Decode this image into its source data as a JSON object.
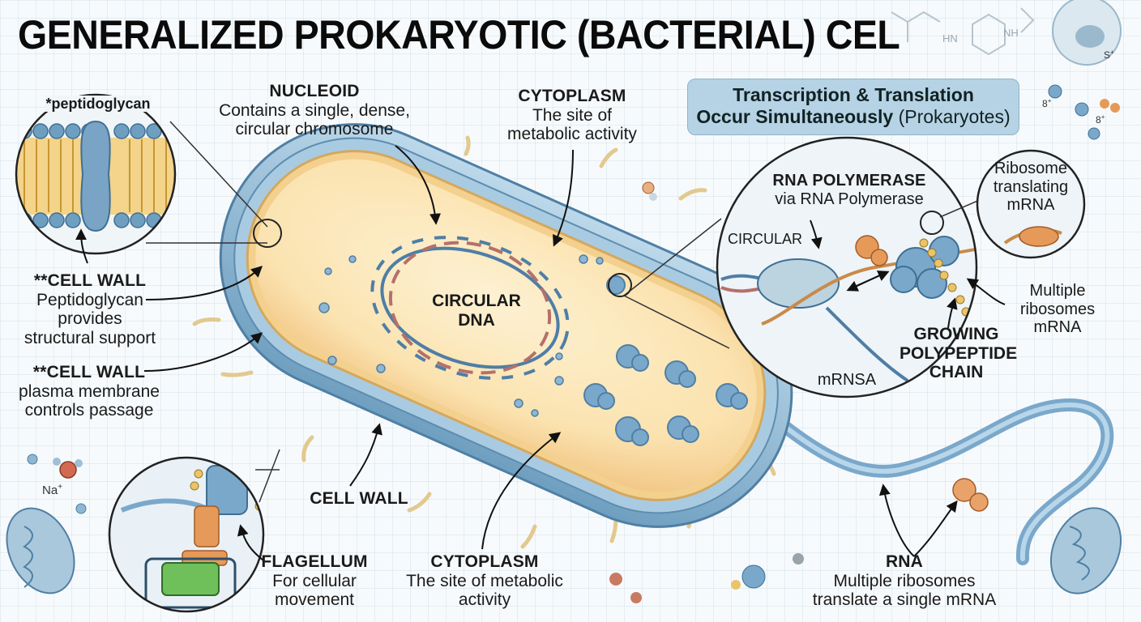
{
  "title": "GENERALIZED PROKARYOTIC (BACTERIAL) CEL",
  "banner": {
    "line1": "Transcription & Translation",
    "line2_bold": "Occur Simultaneously",
    "line2_rest": "(Prokaryotes)"
  },
  "peptidoglycan_inset": {
    "label": "*peptidoglycan"
  },
  "nucleoid": {
    "heading": "NUCLEOID",
    "line1": "Contains a single, dense,",
    "line2": "circular chromosome"
  },
  "cytoplasm_top": {
    "heading": "CYTOPLASM",
    "line1": "The site of",
    "line2": "metabolic activity"
  },
  "circular_dna": {
    "line1": "CIRCULAR",
    "line2": "DNA"
  },
  "cell_wall_1": {
    "heading": "**CELL WALL",
    "line1": "Peptidoglycan",
    "line2": "provides",
    "line3": "structural support"
  },
  "cell_wall_2": {
    "heading": "**CELL WALL",
    "line1": "plasma membrane",
    "line2": "controls passage"
  },
  "cell_wall_bottom": {
    "heading": "CELL WALL"
  },
  "flagellum": {
    "heading": "FLAGELLUM",
    "line1": "For cellular",
    "line2": "movement"
  },
  "cytoplasm_bottom": {
    "heading": "CYTOPLASM",
    "line1": "The site of metabolic",
    "line2": "activity"
  },
  "rna": {
    "heading": "RNA",
    "line1": "Multiple ribosomes",
    "line2": "translate a single mRNA"
  },
  "transcription_inset": {
    "rna_polymerase_heading": "RNA POLYMERASE",
    "rna_polymerase_sub": "via RNA Polymerase",
    "circular": "CIRCULAR",
    "mrnsa": "mRNSA",
    "growing_line1": "GROWING",
    "growing_line2": "POLYPEPTIDE",
    "growing_line3": "CHAIN"
  },
  "ribosome_inset": {
    "line1": "Ribosome",
    "line2": "translating",
    "line3": "mRNA"
  },
  "multiple_ribosomes": {
    "line1": "Multiple",
    "line2": "ribosomes",
    "line3": "mRNA"
  },
  "ions": {
    "na": "Na",
    "na_sup": "+",
    "ion_a": "8",
    "ion_a_sup": "+",
    "ion_b": "8",
    "ion_b_sup": "+",
    "s": "S",
    "s_sup": "+",
    "hn": "HN",
    "nh": "NH"
  },
  "colors": {
    "cell_outer": "#9cc3dc",
    "cell_wall": "#6f9fc0",
    "cytoplasm": "#fbe3b0",
    "dna_blue": "#4e7ea6",
    "dna_red": "#b5706a",
    "ribosome": "#7aa8cb",
    "orange_protein": "#e59a5a",
    "membrane_yellow": "#e9c46a"
  }
}
